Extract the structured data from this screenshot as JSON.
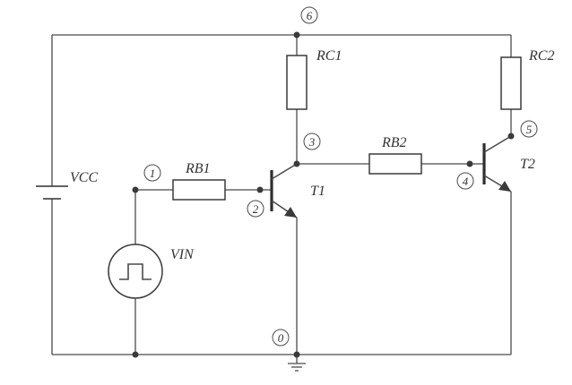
{
  "components": {
    "rc1": "RC1",
    "rc2": "RC2",
    "rb1": "RB1",
    "rb2": "RB2",
    "t1": "T1",
    "t2": "T2",
    "vcc": "VCC",
    "vin": "VIN"
  },
  "nodes": {
    "n0": "0",
    "n1": "1",
    "n2": "2",
    "n3": "3",
    "n4": "4",
    "n5": "5",
    "n6": "6"
  },
  "colors": {
    "line": "#4a4a4a",
    "background": "#ffffff"
  },
  "icons": {
    "vin_source": "square-pulse-source-icon",
    "ground": "ground-icon",
    "battery": "battery-icon"
  }
}
